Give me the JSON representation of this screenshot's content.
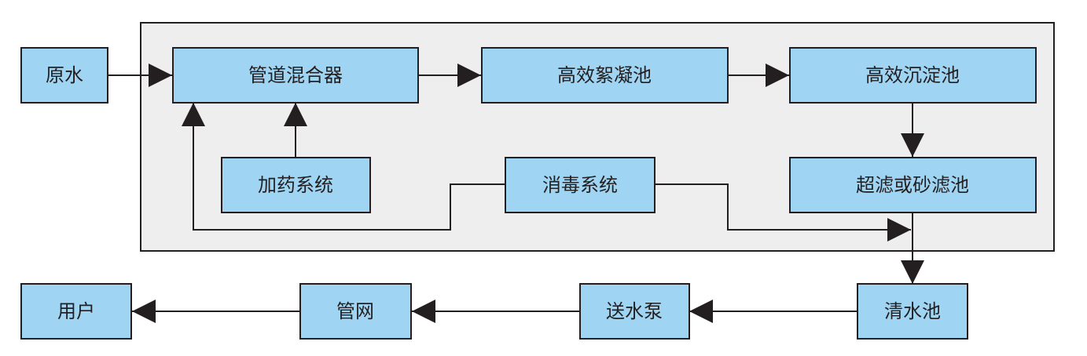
{
  "colors": {
    "box_fill": "#9fd5f3",
    "group_fill": "#efeeee",
    "line": "#231f20"
  },
  "nodes": {
    "raw_water": "原水",
    "pipe_mixer": "管道混合器",
    "flocculation": "高效絮凝池",
    "sedimentation": "高效沉淀池",
    "dosing": "加药系统",
    "disinfection": "消毒系统",
    "filtration": "超滤或砂滤池",
    "clear_well": "清水池",
    "pump": "送水泵",
    "pipe_network": "管网",
    "user": "用户"
  }
}
